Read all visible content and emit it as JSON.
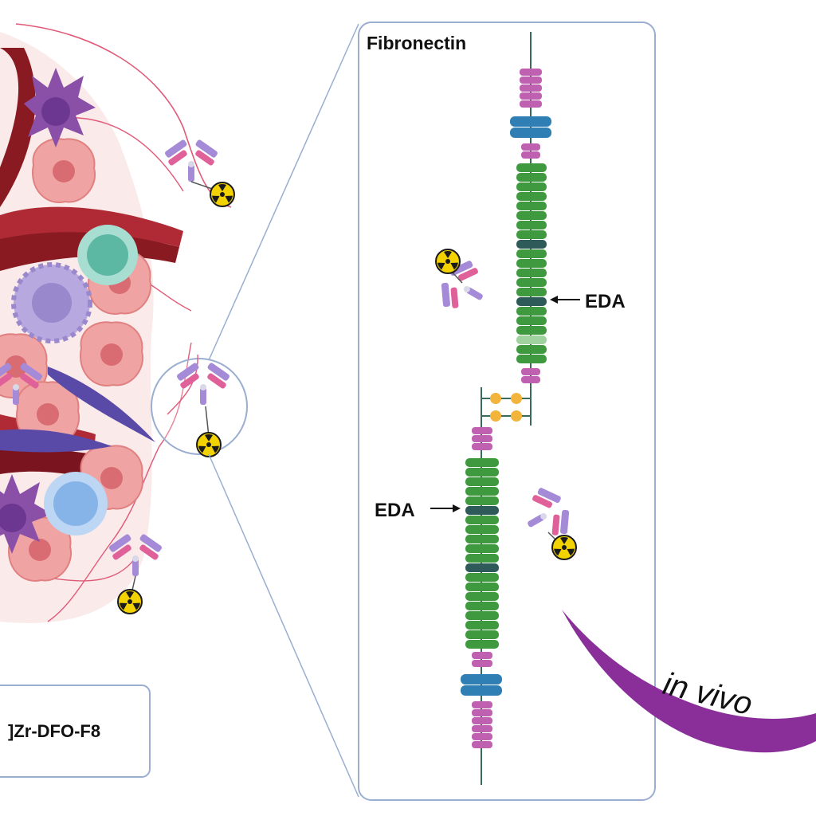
{
  "labels": {
    "fibronectin": "Fibronectin",
    "eda_upper": "EDA",
    "eda_lower": "EDA",
    "compound": "]Zr-DFO-F8",
    "in_vivo": "in vivo"
  },
  "colors": {
    "fibronectin_green": "#3f9a3f",
    "fibronectin_pink": "#c060b0",
    "fibronectin_blue": "#2f7fb5",
    "eda_domain": "#2e5a5a",
    "antibody_purple": "#a58ad8",
    "antibody_pink": "#e0609a",
    "radiation_yellow": "#f2d200",
    "blood_vessel": "#8a1a22",
    "tumor_cell": "#e9898a",
    "arrow_purple": "#8a2e9a",
    "panel_border": "#9aaed0"
  },
  "icons": [
    "radiation-icon",
    "antibody-icon",
    "macrophage-icon",
    "fibroblast-icon",
    "tumor-cell-icon",
    "lymphocyte-icon"
  ]
}
